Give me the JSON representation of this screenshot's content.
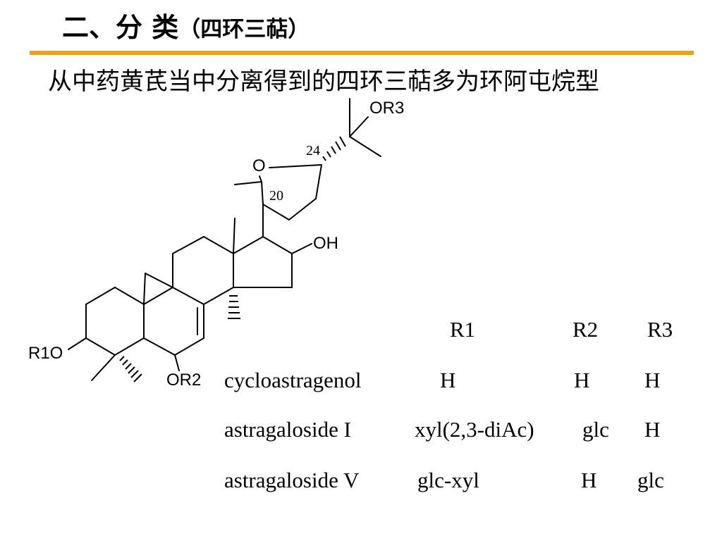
{
  "header": {
    "title": "二、分  类",
    "title_sub": "（四环三萜）",
    "subtitle": "从中药黄芪当中分离得到的四环三萜多为环阿屯烷型",
    "accent_color": "#E8A317"
  },
  "structure": {
    "labels": {
      "or3": "OR3",
      "n24": "24",
      "o": "O",
      "n20": "20",
      "oh": "OH",
      "r1o": "R1O",
      "or2": "OR2"
    }
  },
  "table": {
    "headers": [
      "R1",
      "R2",
      "R3"
    ],
    "rows": [
      {
        "name": "cycloastragenol",
        "r1": "H",
        "r2": "H",
        "r3": "H"
      },
      {
        "name": "astragaloside I",
        "r1": "xyl(2,3-diAc)",
        "r2": "glc",
        "r3": "H"
      },
      {
        "name": "astragaloside V",
        "r1": "glc-xyl",
        "r2": "H",
        "r3": "glc"
      }
    ]
  }
}
